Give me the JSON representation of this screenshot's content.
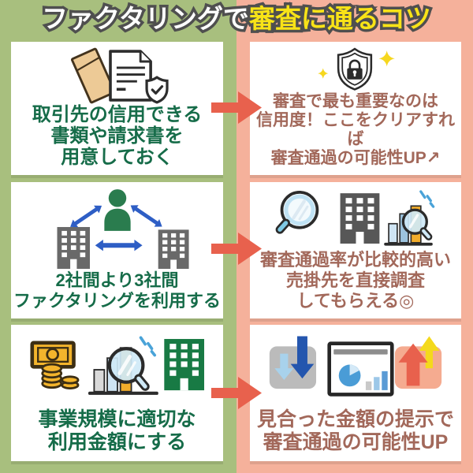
{
  "title": {
    "part1": "ファクタリングで",
    "part2": "審査に通るコツ"
  },
  "colors": {
    "bg_left": "#a8bf7e",
    "bg_right": "#f5b19b",
    "panel": "#ffffff",
    "connector_arrow": "#e8614d",
    "title_fill_left": "#ffffff",
    "title_fill_right": "#f8e317",
    "title_outline": "#4f4f4f",
    "left_text": "#166c49",
    "right_text": "#a2685a",
    "blue_arrow": "#2e5ec5",
    "accent_orange": "#f2ad2b",
    "accent_green": "#1b7a44",
    "sparkle_yellow": "#f6d71e"
  },
  "rows": [
    {
      "left": {
        "icon": "documents-shield-icon",
        "lines": [
          "取引先の信用できる",
          "書類や請求書を",
          "用意しておく"
        ]
      },
      "right": {
        "icon": "shield-lock-sparkles-icon",
        "lines": [
          "審査で最も重要なのは",
          "信用度！ここをクリアすれば",
          "審査通過の可能性UP↗"
        ]
      }
    },
    {
      "left": {
        "icon": "three-party-factoring-icon",
        "lines": [
          "2社間より3社間",
          "ファクタリングを利用する"
        ]
      },
      "right": {
        "icon": "investigate-company-icon",
        "lines": [
          "審査通過率が比較的高い",
          "売掛先を直接調査",
          "してもらえる◎"
        ]
      }
    },
    {
      "left": {
        "icon": "business-scale-amount-icon",
        "lines": [
          "事業規模に適切な",
          "利用金額にする"
        ]
      },
      "right": {
        "icon": "matched-amount-result-icon",
        "lines": [
          "見合った金額の提示で",
          "審査通過の可能性UP"
        ]
      }
    }
  ]
}
